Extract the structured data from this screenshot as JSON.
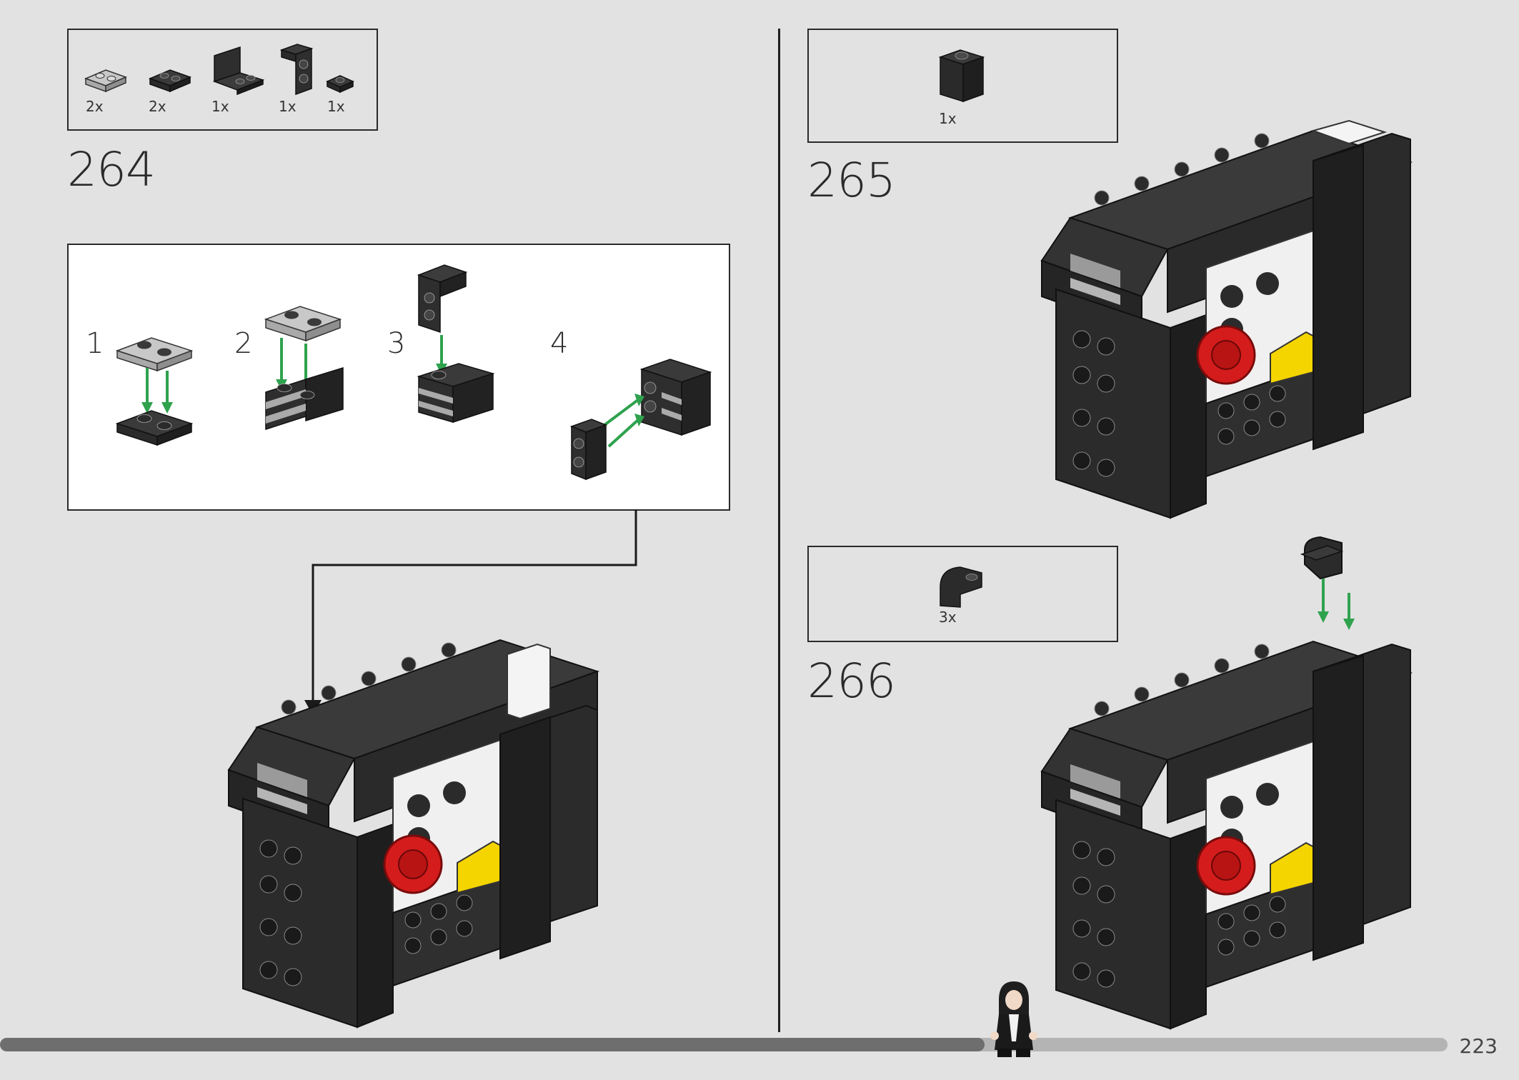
{
  "page": {
    "number": "223",
    "progress": 0.68,
    "colors": {
      "background": "#e2e2e2",
      "brick": "#2b2b2b",
      "arrow": "#2fa24e",
      "accent_red": "#d41c1c",
      "accent_yellow": "#f5d500",
      "progress_dark": "#6e6e6e",
      "progress_light": "#b4b4b4"
    }
  },
  "steps": [
    {
      "number": "264",
      "parts": [
        "2x",
        "2x",
        "1x",
        "1x",
        "1x"
      ],
      "substeps": [
        "1",
        "2",
        "3",
        "4"
      ]
    },
    {
      "number": "265",
      "parts": [
        "1x"
      ]
    },
    {
      "number": "266",
      "parts": [
        "3x"
      ]
    }
  ],
  "icons": [
    "plate-1x2-light-gray-icon",
    "plate-1x2-black-icon",
    "bracket-black-icon",
    "bracket-inverted-black-icon",
    "plate-1x1-black-icon",
    "brick-1x1x2-black-icon",
    "slope-curved-black-icon",
    "minifigure-icon"
  ]
}
